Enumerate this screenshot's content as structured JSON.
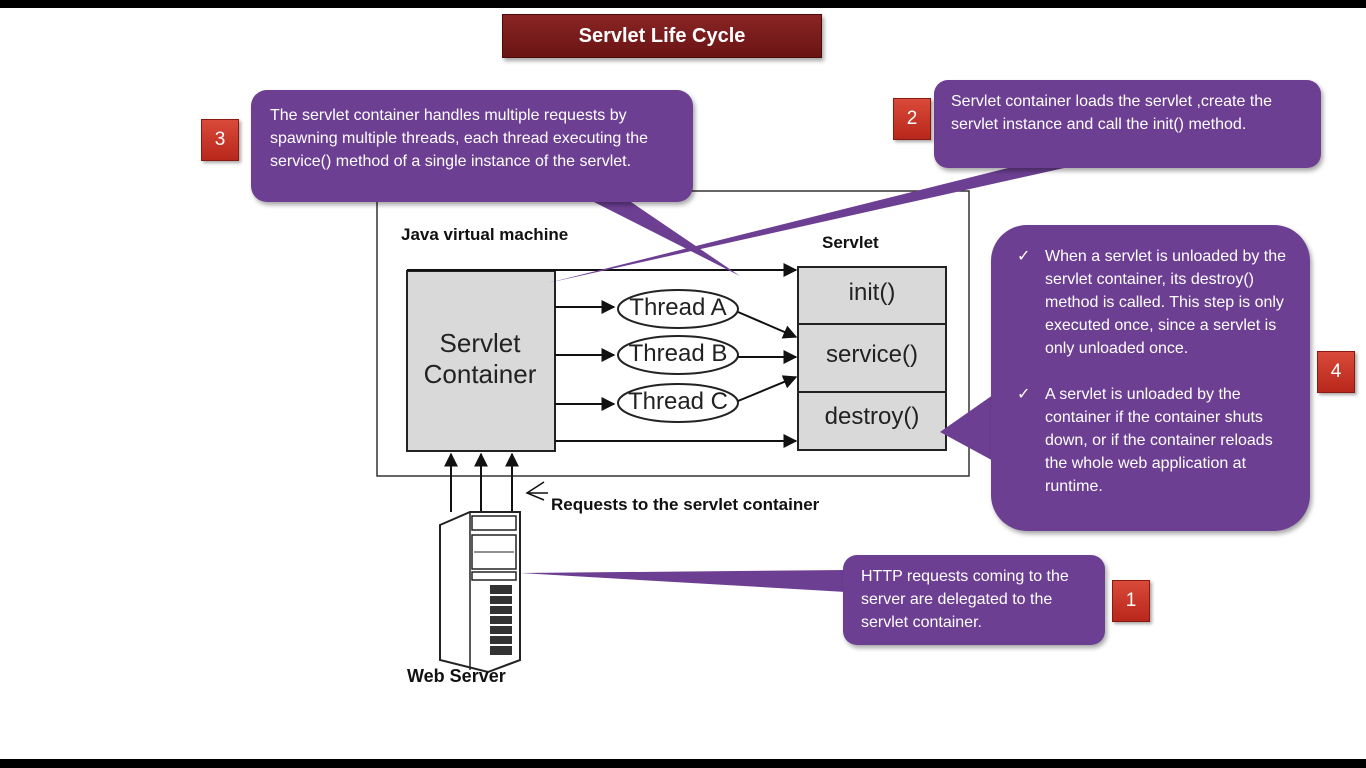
{
  "title": "Servlet Life Cycle",
  "diagram": {
    "jvm_label": "Java virtual machine",
    "servlet_header": "Servlet",
    "servlet_container": "Servlet Container",
    "threads": [
      "Thread A",
      "Thread B",
      "Thread C"
    ],
    "methods": [
      "init()",
      "service()",
      "destroy()"
    ],
    "requests_label": "Requests to the servlet container",
    "web_server_label": "Web Server"
  },
  "callouts": {
    "step1": {
      "number": "1",
      "text": "HTTP requests coming to the server are delegated to the servlet container."
    },
    "step2": {
      "number": "2",
      "text": "Servlet container loads the servlet ,create the servlet instance and call the init() method."
    },
    "step3": {
      "number": "3",
      "text": "The servlet container handles multiple requests by spawning multiple threads, each thread executing the service() method of a single instance of the servlet."
    },
    "step4": {
      "number": "4",
      "items": [
        "When a servlet is unloaded by the servlet container, its destroy() method is called. This step is only executed once, since a servlet is only unloaded once.",
        "A servlet is unloaded by the container if the container shuts down, or if the container reloads the whole web application at runtime."
      ]
    }
  },
  "colors": {
    "callout": "#6d3f92",
    "badge": "#c8342a",
    "title_bg": "#7a1c1c"
  },
  "icons": {
    "check": "check-icon",
    "server": "server-icon"
  }
}
